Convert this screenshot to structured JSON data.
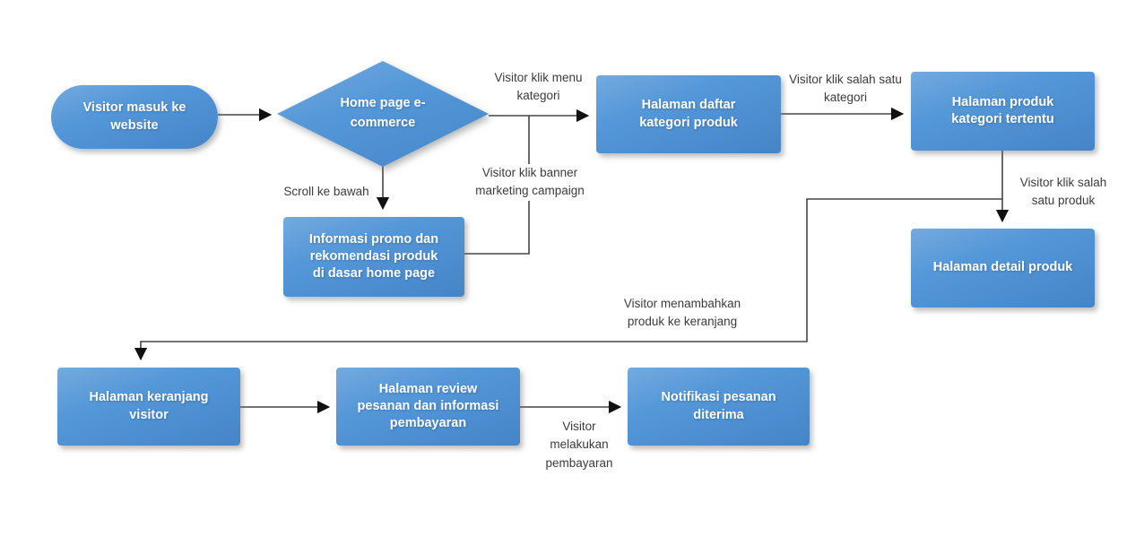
{
  "diagram": {
    "type": "flowchart",
    "background_color": "#ffffff",
    "node_fill_top": "#74aadf",
    "node_fill_bottom": "#4585c7",
    "node_text_color": "#ffffff",
    "edge_label_color": "#3b3b3b",
    "connector_color": "#454545",
    "arrowhead_color": "#111111",
    "nodes": {
      "start": {
        "shape": "stadium",
        "label": "Visitor masuk ke website"
      },
      "home": {
        "shape": "diamond",
        "label": "Home page e-commerce"
      },
      "kategori_list": {
        "shape": "rect",
        "label": "Halaman daftar kategori produk"
      },
      "kategori_produk": {
        "shape": "rect",
        "label": "Halaman produk kategori tertentu"
      },
      "detail_produk": {
        "shape": "rect",
        "label": "Halaman detail produk"
      },
      "promo": {
        "shape": "rect",
        "label": "Informasi promo dan rekomendasi produk di dasar home page"
      },
      "keranjang": {
        "shape": "rect",
        "label": "Halaman keranjang visitor"
      },
      "review": {
        "shape": "rect",
        "label": "Halaman review pesanan dan informasi pembayaran"
      },
      "notifikasi": {
        "shape": "rect",
        "label": "Notifikasi pesanan diterima"
      }
    },
    "edge_labels": {
      "klik_menu": "Visitor klik menu kategori",
      "klik_kategori": "Visitor klik salah satu kategori",
      "klik_produk": "Visitor klik salah satu produk",
      "scroll": "Scroll ke bawah",
      "klik_banner": "Visitor klik banner marketing campaign",
      "tambah_keranjang": "Visitor menambahkan produk ke keranjang",
      "bayar": "Visitor melakukan pembayaran"
    },
    "edges": [
      {
        "from": "start",
        "to": "home",
        "label": ""
      },
      {
        "from": "home",
        "to": "kategori_list",
        "label": "Visitor klik menu kategori"
      },
      {
        "from": "home",
        "to": "promo",
        "label": "Scroll ke bawah"
      },
      {
        "from": "promo",
        "to": "kategori_list",
        "label": "Visitor klik banner marketing campaign"
      },
      {
        "from": "kategori_list",
        "to": "kategori_produk",
        "label": "Visitor klik salah satu kategori"
      },
      {
        "from": "kategori_produk",
        "to": "detail_produk",
        "label": "Visitor klik salah satu produk"
      },
      {
        "from": "detail_produk",
        "to": "keranjang",
        "label": "Visitor menambahkan produk ke keranjang"
      },
      {
        "from": "keranjang",
        "to": "review",
        "label": ""
      },
      {
        "from": "review",
        "to": "notifikasi",
        "label": "Visitor melakukan pembayaran"
      }
    ]
  }
}
